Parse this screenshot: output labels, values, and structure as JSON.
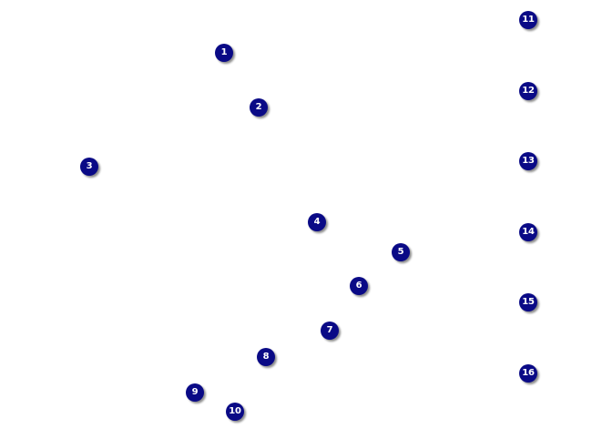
{
  "marker_color": "#0a0a86",
  "marker_text_color": "#ffffff",
  "markers": [
    {
      "label": "1"
    },
    {
      "label": "2"
    },
    {
      "label": "3"
    },
    {
      "label": "4"
    },
    {
      "label": "5"
    },
    {
      "label": "6"
    },
    {
      "label": "7"
    },
    {
      "label": "8"
    },
    {
      "label": "9"
    },
    {
      "label": "10"
    },
    {
      "label": "11"
    },
    {
      "label": "12"
    },
    {
      "label": "13"
    },
    {
      "label": "14"
    },
    {
      "label": "15"
    },
    {
      "label": "16"
    }
  ]
}
